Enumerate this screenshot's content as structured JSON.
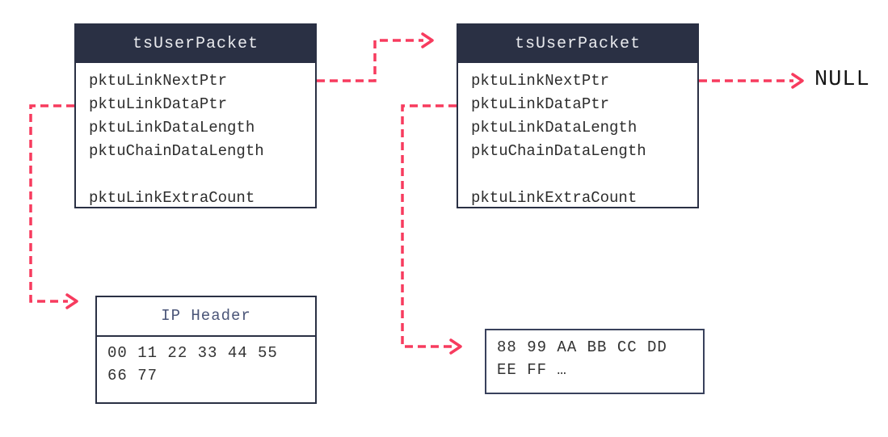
{
  "colors": {
    "navy": "#2a3044",
    "box-border": "#39415c",
    "arrow": "#f73b5e",
    "text": "#2d2d2d",
    "header-text": "#e9eaee",
    "subheader-text": "#4a5578",
    "bg": "#ffffff"
  },
  "packet1": {
    "title": "tsUserPacket",
    "fields": [
      "pktuLinkNextPtr",
      "pktuLinkDataPtr",
      "pktuLinkDataLength",
      "pktuChainDataLength",
      "",
      "pktuLinkExtraCount"
    ]
  },
  "packet2": {
    "title": "tsUserPacket",
    "fields": [
      "pktuLinkNextPtr",
      "pktuLinkDataPtr",
      "pktuLinkDataLength",
      "pktuChainDataLength",
      "",
      "pktuLinkExtraCount"
    ]
  },
  "ip_box": {
    "title": "IP Header",
    "lines": [
      "00 11 22 33 44 55",
      "66 77"
    ]
  },
  "hex_box": {
    "lines": [
      "88 99 AA BB CC DD",
      "EE FF …"
    ]
  },
  "null_label": "NULL"
}
